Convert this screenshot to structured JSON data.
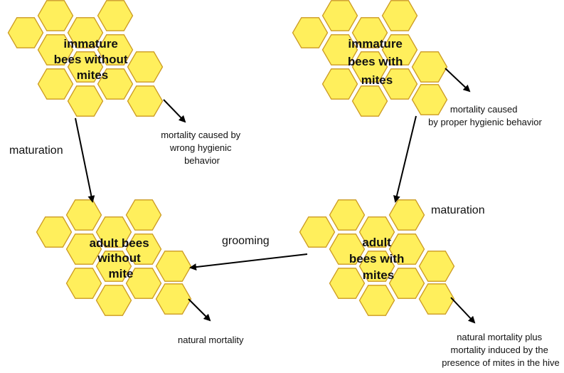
{
  "clusters": {
    "immature_without_mites": {
      "title": [
        "immature",
        "bees without",
        "mites"
      ]
    },
    "immature_with_mites": {
      "title": [
        "immature",
        "bees with",
        "mites"
      ]
    },
    "adult_without_mite": {
      "title": [
        "adult bees",
        "without",
        "mite"
      ]
    },
    "adult_with_mites": {
      "title": [
        "adult",
        "bees with",
        "mites"
      ]
    }
  },
  "labels": {
    "maturation_left": "maturation",
    "maturation_right": "maturation",
    "grooming": "grooming",
    "wrong_hygienic": [
      "mortality caused by",
      "wrong hygienic",
      "behavior"
    ],
    "proper_hygienic": [
      "mortality caused",
      "by proper hygienic behavior"
    ],
    "natural_mortality": "natural mortality",
    "natural_plus_mites": [
      "natural mortality plus",
      "mortality induced by the",
      "presence of mites in the hive"
    ]
  },
  "colors": {
    "hex_fill": "#ffef5c",
    "hex_stroke": "#cc9a22",
    "arrow": "#000000"
  }
}
